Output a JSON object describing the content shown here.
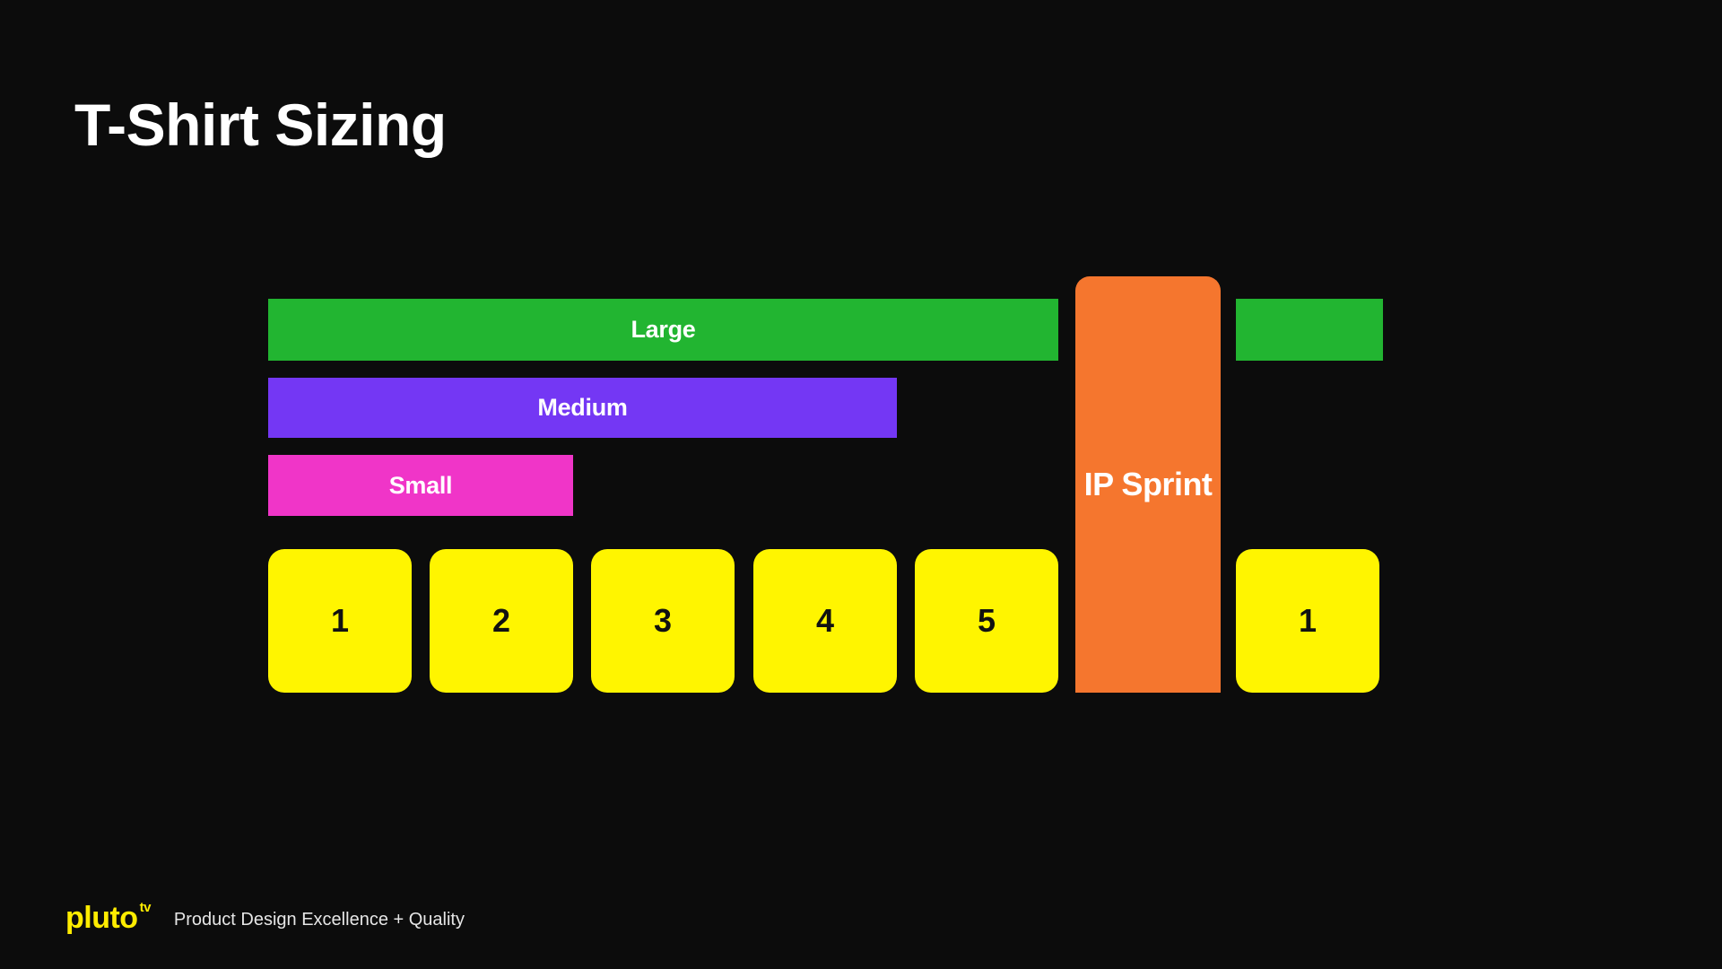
{
  "slide": {
    "title": "T-Shirt Sizing",
    "bars": {
      "large": {
        "label": "Large",
        "color": "#22b531"
      },
      "large_ext": {
        "label": "",
        "color": "#22b531"
      },
      "medium": {
        "label": "Medium",
        "color": "#7437f4"
      },
      "small": {
        "label": "Small",
        "color": "#f035c8"
      }
    },
    "sprints": [
      "1",
      "2",
      "3",
      "4",
      "5"
    ],
    "ip_sprint": {
      "label": "IP Sprint",
      "color": "#f5762e"
    },
    "next_sprint": "1",
    "sprint_color": "#fff500"
  },
  "footer": {
    "logo": "pluto",
    "logo_sup": "tv",
    "logo_color": "#ffec00",
    "text": "Product Design Excellence + Quality"
  }
}
